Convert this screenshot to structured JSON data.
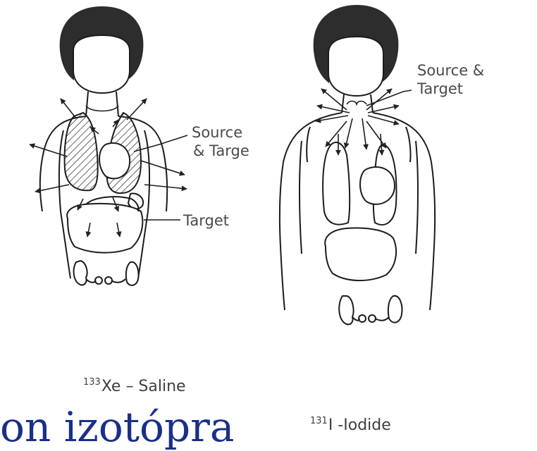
{
  "figure_left": {
    "labels": {
      "source_target_line1": "Source",
      "source_target_line2": "& Targe",
      "target": "Target"
    },
    "caption": {
      "mass": "133",
      "text": "Xe – Saline"
    }
  },
  "figure_right": {
    "labels": {
      "source_target_line1": "Source &",
      "source_target_line2": "Target"
    },
    "caption": {
      "mass": "131",
      "text": "I -Iodide"
    }
  },
  "slide_text": "on izotópra",
  "colors": {
    "ink": "#1c1c1c",
    "hair": "#3a3a3a",
    "slide_text": "#1a2f8a"
  }
}
